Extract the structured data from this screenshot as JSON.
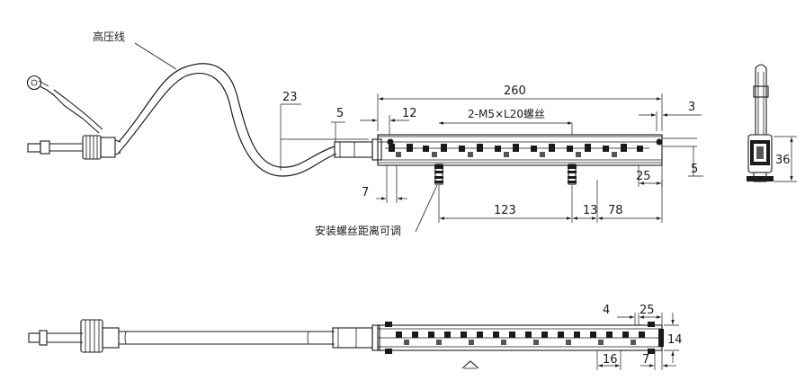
{
  "labels": {
    "cable": "高压线",
    "screw_note": "安装螺丝距离可调",
    "thread_spec": "2-M5×L20螺丝"
  },
  "dimensions": {
    "d260": "260",
    "d23": "23",
    "d5a": "5",
    "d12": "12",
    "d3": "3",
    "d5b": "5",
    "d36": "36",
    "d7a": "7",
    "d25a": "25",
    "d123": "123",
    "d13": "13",
    "d78": "78",
    "d4": "4",
    "d25b": "25",
    "d14": "14",
    "d16": "16",
    "d7b": "7"
  }
}
